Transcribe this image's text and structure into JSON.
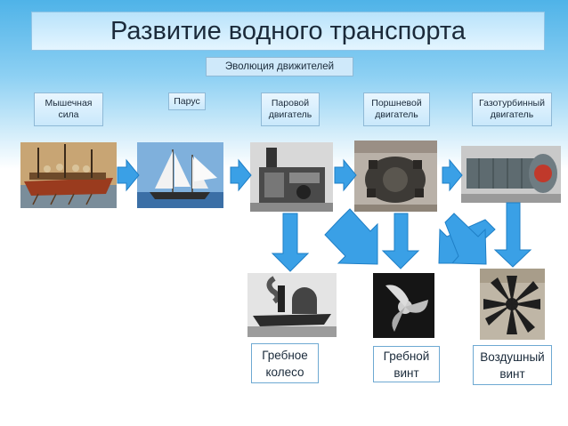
{
  "title": "Развитие водного транспорта",
  "subtitle": "Эволюция движителей",
  "stages": [
    {
      "label": "Мышечная\nсила",
      "image_icon": "galley-ship-icon"
    },
    {
      "label": "Парус",
      "image_icon": "sailing-ship-icon"
    },
    {
      "label": "Паровой\nдвигатель",
      "image_icon": "steam-engine-icon"
    },
    {
      "label": "Поршневой\nдвигатель",
      "image_icon": "piston-engine-icon"
    },
    {
      "label": "Газотурбинный\nдвигатель",
      "image_icon": "gas-turbine-icon"
    }
  ],
  "outcomes": [
    {
      "label": "Гребное\nколесо",
      "image_icon": "paddle-steamer-icon"
    },
    {
      "label": "Гребной\nвинт",
      "image_icon": "ship-propeller-icon"
    },
    {
      "label": "Воздушный\nвинт",
      "image_icon": "air-propeller-icon"
    }
  ],
  "colors": {
    "arrow": "#3aa0e6",
    "arrow_stroke": "#1f7fc6",
    "sky": "#4fb3e8"
  }
}
